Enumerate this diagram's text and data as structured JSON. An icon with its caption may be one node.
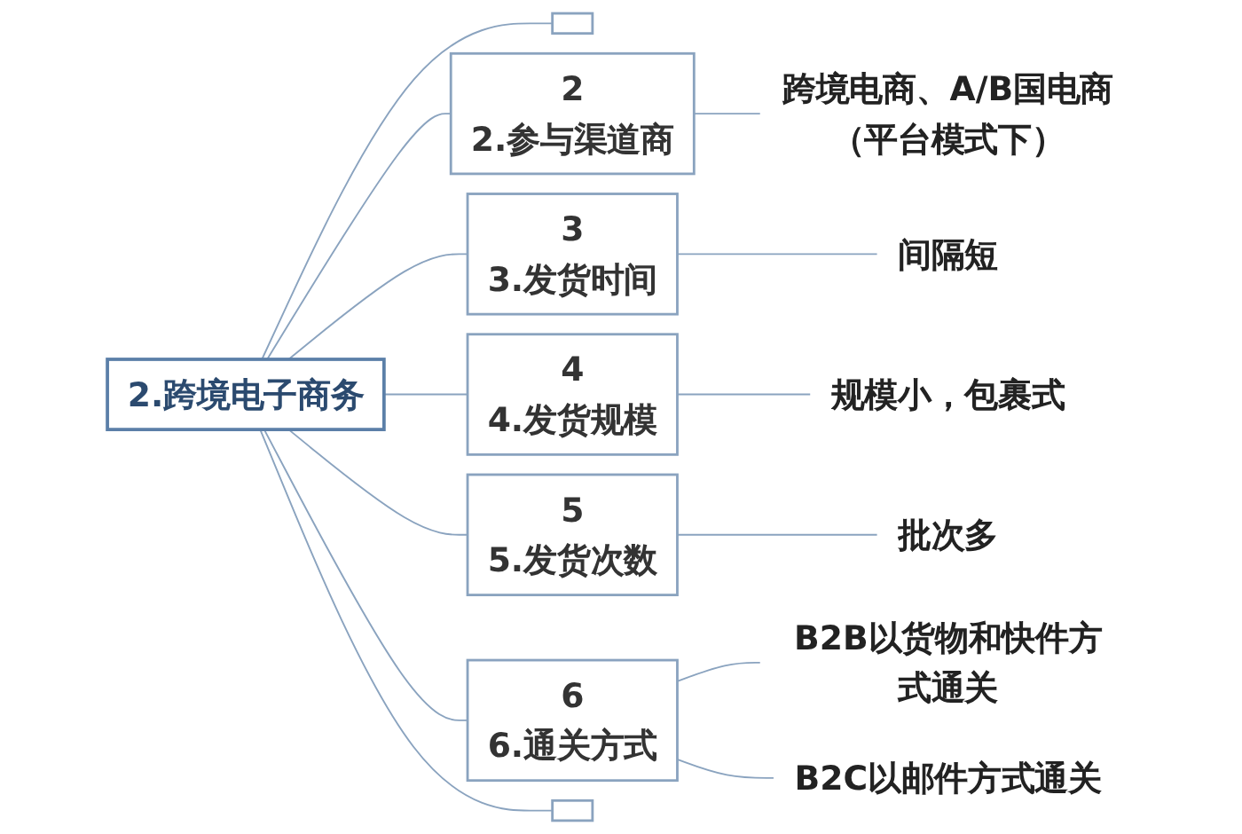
{
  "diagram": {
    "nodes": [
      {
        "text": [
          "2.跨境电子商务"
        ]
      },
      {
        "text": [],
        "shape": "box"
      },
      {
        "text": [
          "2",
          "2.参与渠道商"
        ]
      },
      {
        "text": [
          "跨境电商、A/B国电商（平台模式下）"
        ]
      },
      {
        "text": [
          "3",
          "3.发货时间"
        ]
      },
      {
        "text": [
          "间隔短"
        ]
      },
      {
        "text": [
          "4",
          "4.发货规模"
        ]
      },
      {
        "text": [
          "规模小，包裹式"
        ]
      },
      {
        "text": [
          "5",
          "5.发货次数"
        ]
      },
      {
        "text": [
          "批次多"
        ]
      },
      {
        "text": [
          "6",
          "6.通关方式"
        ]
      },
      {
        "text": [
          "B2B以货物和快件方式通关"
        ]
      },
      {
        "text": [
          "B2C以邮件方式通关"
        ]
      },
      {
        "text": [],
        "shape": "box"
      }
    ],
    "edges": [
      {
        "from": 0,
        "to": 1,
        "arrow": "none"
      },
      {
        "from": 0,
        "to": 2,
        "arrow": "none"
      },
      {
        "from": 2,
        "to": 3,
        "arrow": "none"
      },
      {
        "from": 0,
        "to": 4,
        "arrow": "none"
      },
      {
        "from": 4,
        "to": 5,
        "arrow": "none"
      },
      {
        "from": 0,
        "to": 6,
        "arrow": "none"
      },
      {
        "from": 6,
        "to": 7,
        "arrow": "none"
      },
      {
        "from": 0,
        "to": 8,
        "arrow": "none"
      },
      {
        "from": 8,
        "to": 9,
        "arrow": "none"
      },
      {
        "from": 0,
        "to": 10,
        "arrow": "none"
      },
      {
        "from": 10,
        "to": 11,
        "arrow": "none"
      },
      {
        "from": 10,
        "to": 12,
        "arrow": "none"
      },
      {
        "from": 0,
        "to": 13,
        "arrow": "none"
      }
    ]
  }
}
